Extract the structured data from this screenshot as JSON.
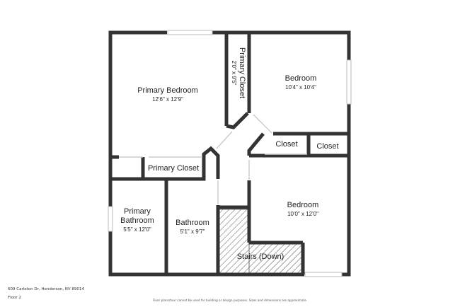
{
  "rooms": {
    "primary_bedroom": {
      "name": "Primary Bedroom",
      "dims": "12'6\" x 12'9\""
    },
    "primary_closet_top": {
      "name": "Primary Closet",
      "dims": "2'0\" x 9'5\""
    },
    "bedroom_top": {
      "name": "Bedroom",
      "dims": "10'4\" x 10'4\""
    },
    "closet_a": {
      "name": "Closet"
    },
    "closet_b": {
      "name": "Closet"
    },
    "primary_closet_mid": {
      "name": "Primary Closet"
    },
    "primary_bathroom": {
      "name_line1": "Primary",
      "name_line2": "Bathroom",
      "dims": "5'5\" x 12'0\""
    },
    "bathroom": {
      "name": "Bathroom",
      "dims": "5'1\" x 9'7\""
    },
    "bedroom_bottom": {
      "name": "Bedroom",
      "dims": "10'0\" x 12'0\""
    },
    "stairs": {
      "name": "Stairs (Down)"
    }
  },
  "footer": {
    "address": "609 Carleton Dr, Henderson, NV 89014",
    "floor": "Floor 2",
    "disclaimer": "Floor plans/tour cannot be used for building or design purposes. Sizes and dimensions are approximate."
  },
  "colors": {
    "wall": "#333333",
    "window": "#bbbbbb",
    "door": "#cccccc"
  }
}
